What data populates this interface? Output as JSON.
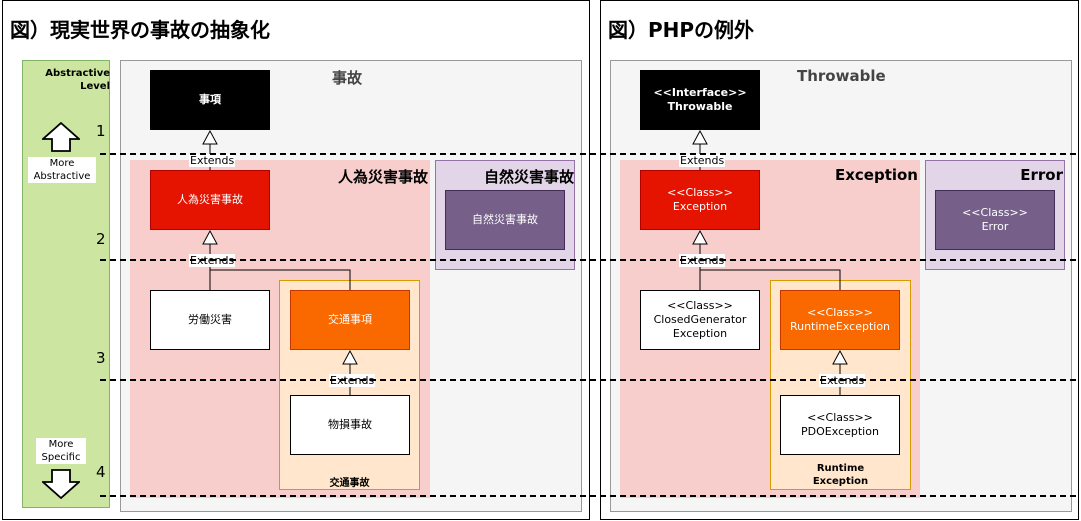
{
  "left": {
    "title": "図）現実世界の事故の抽象化",
    "sidebar": {
      "title": "Abstractive\nLevel",
      "levels": [
        "1",
        "2",
        "3",
        "4"
      ],
      "up_label": "More\nAbstractive",
      "down_label": "More\nSpecific"
    },
    "area_root_title": "事故",
    "area_human_title": "人為災害事故",
    "area_natural_title": "自然災害事故",
    "area_traffic_title": "交通事故",
    "boxes": {
      "root": "事項",
      "human": "人為災害事故",
      "natural": "自然災害事故",
      "labor": "労働災害",
      "traffic": "交通事項",
      "property": "物損事故"
    },
    "extends_label": "Extends"
  },
  "right": {
    "title": "図）PHPの例外",
    "area_root_title": "Throwable",
    "area_exception_title": "Exception",
    "area_error_title": "Error",
    "area_runtime_title": "Runtime\nException",
    "boxes": {
      "throwable": "<<Interface>>\nThrowable",
      "exception": "<<Class>>\nException",
      "error": "<<Class>>\nError",
      "closed_generator": "<<Class>>\nClosedGenerator\nException",
      "runtime": "<<Class>>\nRuntimeException",
      "pdo": "<<Class>>\nPDOException"
    },
    "extends_label": "Extends"
  },
  "colors": {
    "black_box": "#000000",
    "red_box": "#e51400",
    "purple_box": "#76608a",
    "orange_box": "#fa6800",
    "red_area": "#f8cecc",
    "purple_area": "#e1d5e7",
    "orange_area": "#ffe6cc",
    "green_sidebar": "#cce5a0"
  }
}
